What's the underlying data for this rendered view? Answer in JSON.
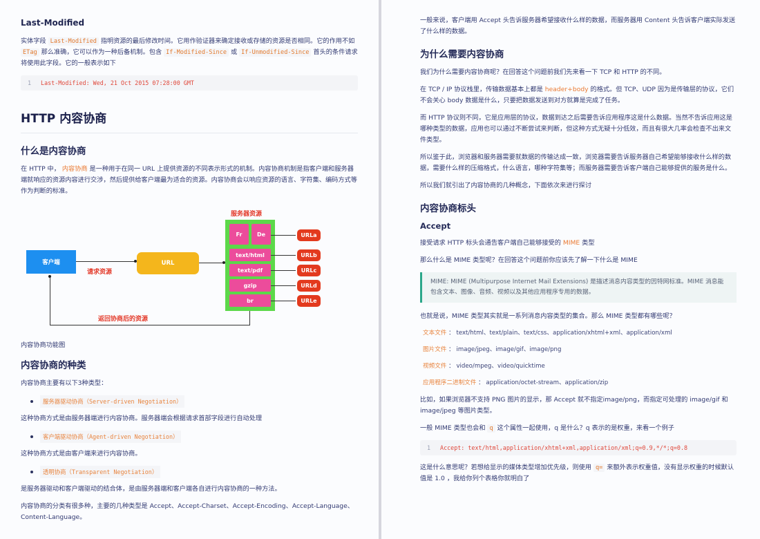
{
  "left": {
    "last_modified": {
      "heading": "Last-Modified",
      "para_parts": [
        "实体字段 ",
        "Last-Modified",
        " 指明资源的最后修改时间。它用作验证器来确定接收或存储的资源是否相同。它的作用不如 ",
        "ETag",
        " 那么准确，它可以作为一种后备机制。包含 ",
        "If-Modified-Since",
        " 或 ",
        "If-Unmodified-Since",
        " 首头的条件请求将使用此字段。它的一般表示如下"
      ],
      "code_line_no": "1",
      "code": "Last-Modified: Wed, 21 Oct 2015 07:28:00 GMT"
    },
    "main_heading": "HTTP 内容协商",
    "what_is": {
      "heading": "什么是内容协商",
      "para_parts": [
        "在 HTTP 中， ",
        "内容协商",
        " 是一种用于在同一 URL 上提供资源的不同表示形式的机制。内容协商机制是指客户端和服务器端就响应的资源内容进行交涉，然后提供给客户端最为适合的资源。内容协商会以响应资源的语言、字符集、编码方式等作为判断的标准。"
      ]
    },
    "diagram": {
      "client": "客户端",
      "url": "URL",
      "request_label": "请求资源",
      "server_title": "服务器资源",
      "lang_boxes": [
        "Fr",
        "De"
      ],
      "type_boxes": [
        "text/html",
        "text/pdf",
        "gzip",
        "br"
      ],
      "url_targets": [
        "URLa",
        "URLb",
        "URLc",
        "URLd",
        "URLe"
      ],
      "return_label": "返回协商后的资源",
      "colors": {
        "client": "#1d8ff0",
        "url": "#f4b61c",
        "server": "#5cd84a",
        "pink": "#ec4c9b",
        "red": "#e33a1e"
      }
    },
    "caption": "内容协商功能图",
    "kinds": {
      "heading": "内容协商的种类",
      "intro": "内容协商主要有以下3种类型：",
      "items": [
        {
          "label": "服务器驱动协商（Server-driven Negotiation）",
          "desc": "这种协商方式是由服务器端进行内容协商。服务器端会根据请求首部字段进行自动处理"
        },
        {
          "label": "客户端驱动协商（Agent-driven Negotiation）",
          "desc": "这种协商方式是由客户端来进行内容协商。"
        },
        {
          "label": "透明协商（Transparent Negotiation）",
          "desc": "是服务器驱动和客户端驱动的结合体，是由服务器端和客户端各自进行内容协商的一种方法。"
        }
      ],
      "summary": "内容协商的分类有很多种，主要的几种类型是 Accept、Accept-Charset、Accept-Encoding、Accept-Language、Content-Language。"
    }
  },
  "right": {
    "intro": "一般来说，客户端用 Accept 头告诉服务器希望接收什么样的数据，而服务器用 Content 头告诉客户端实际发送了什么样的数据。",
    "why": {
      "heading": "为什么需要内容协商",
      "p1": "我们为什么需要内容协商呢？在回答这个问题前我们先来看一下 TCP 和 HTTP 的不同。",
      "p2_parts": [
        "在 TCP / IP 协议栈里，传输数据基本上都是 ",
        "header+body",
        " 的格式。但 TCP、UDP 因为是传输层的协议，它们不会关心 body 数据是什么，只要把数据发送到对方就算是完成了任务。"
      ],
      "p3": "而 HTTP 协议则不同，它是应用层的协议，数据到达之后需要告诉应用程序这是什么数据。当然不告诉应用这是哪种类型的数据，应用也可以通过不断尝试来判断，但这种方式无疑十分低效，而且有很大几率会检查不出来文件类型。",
      "p4": "所以鉴于此，浏览器和服务器需要就数据的传输达成一致，浏览器需要告诉服务器自己希望能够接收什么样的数据，需要什么样的压缩格式，什么语言，哪种字符集等；而服务器需要告诉客户端自己能够提供的服务是什么。",
      "p5": "所以我们就引出了内容协商的几种概念，下面依次来进行探讨"
    },
    "headers": {
      "heading": "内容协商标头",
      "accept_heading": "Accept",
      "p1_parts": [
        "接受请求 HTTP 标头会通告客户端自己能够接受的 ",
        "MIME",
        " 类型"
      ],
      "p2": "那么什么是 MIME 类型呢？在回答这个问题前你应该先了解一下什么是 MIME",
      "quote": "MIME: MIME (Multipurpose Internet Mail Extensions) 是描述消息内容类型的因特网标准。MIME 消息能包含文本、图像、音频、视频以及其他应用程序专用的数据。",
      "p3": "也就是说，MIME 类型其实就是一系列消息内容类型的集合。那么 MIME 类型都有哪些呢？",
      "mime_rows": [
        {
          "label": "文本文件",
          "value": "text/html、text/plain、text/css、application/xhtml+xml、application/xml"
        },
        {
          "label": "图片文件",
          "value": "image/jpeg、image/gif、image/png"
        },
        {
          "label": "视频文件",
          "value": "video/mpeg、video/quicktime"
        },
        {
          "label": "应用程序二进制文件",
          "value": "application/octet-stream、application/zip"
        }
      ],
      "p4": "比如，如果浏览器不支持 PNG 图片的显示，那 Accept 就不指定image/png，而指定可处理的 image/gif 和 image/jpeg 等图片类型。",
      "p5_parts": [
        "一般 MIME 类型也会和 ",
        "q",
        " 这个属性一起使用，q 是什么？q 表示的是权重，来看一个例子"
      ],
      "code_line_no": "1",
      "code": "Accept: text/html,application/xhtml+xml,application/xml;q=0.9,*/*;q=0.8",
      "p6_parts": [
        "这是什么意思呢？若想给显示的媒体类型增加优先级，则使用 ",
        "q=",
        " 来额外表示权重值，没有显示权重的时候默认值是 1.0 ，我给你列个表格你就明白了"
      ]
    }
  }
}
